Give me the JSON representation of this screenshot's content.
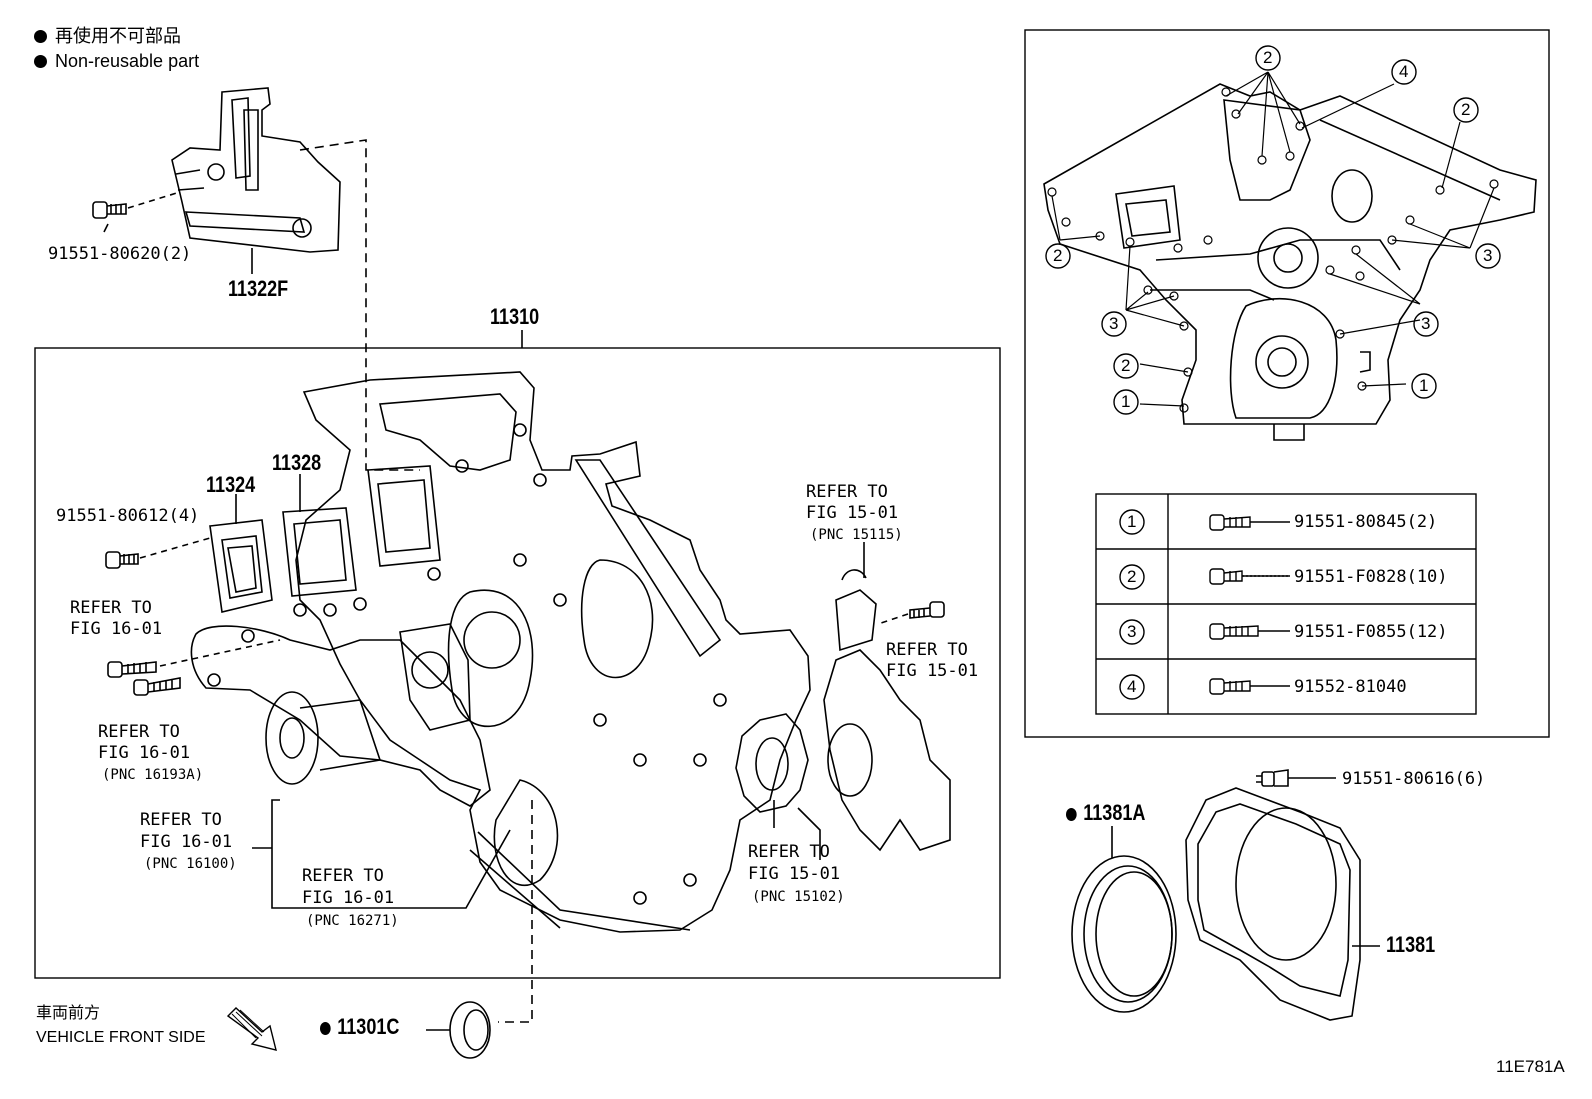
{
  "legend": {
    "dot_jp": "再使用不可部品",
    "dot_en": "Non-reusable part",
    "front_jp": "車両前方",
    "front_en": "VEHICLE FRONT SIDE"
  },
  "figure_id": "11E781A",
  "parts": {
    "p11322F": "11322F",
    "p11310": "11310",
    "p11324": "11324",
    "p11328": "11328",
    "p11301C": "11301C",
    "p11381A": "11381A",
    "p11381": "11381",
    "b80620": "91551-80620(2)",
    "b80612": "91551-80612(4)",
    "b80616": "91551-80616(6)"
  },
  "refs": {
    "r1": {
      "l1": "REFER TO",
      "l2": "FIG 16-01",
      "l3": ""
    },
    "r2": {
      "l1": "REFER TO",
      "l2": "FIG 16-01",
      "l3": "(PNC 16193A)"
    },
    "r3": {
      "l1": "REFER TO",
      "l2": "FIG 16-01",
      "l3": "(PNC 16100)"
    },
    "r4": {
      "l1": "REFER TO",
      "l2": "FIG 16-01",
      "l3": "(PNC 16271)"
    },
    "r5": {
      "l1": "REFER TO",
      "l2": "FIG 15-01",
      "l3": "(PNC 15115)"
    },
    "r6": {
      "l1": "REFER TO",
      "l2": "FIG 15-01",
      "l3": ""
    },
    "r7": {
      "l1": "REFER TO",
      "l2": "FIG 15-01",
      "l3": "(PNC 15102)"
    }
  },
  "bolt_table": [
    {
      "mark": "1",
      "part": "91551-80845(2)"
    },
    {
      "mark": "2",
      "part": "91551-F0828(10)"
    },
    {
      "mark": "3",
      "part": "91551-F0855(12)"
    },
    {
      "mark": "4",
      "part": "91552-81040"
    }
  ],
  "inset_marks": {
    "m1": "2",
    "m2": "4",
    "m3": "2",
    "m4": "2",
    "m5": "3",
    "m6": "3",
    "m7": "3",
    "m8": "2",
    "m9": "1",
    "m10": "1"
  }
}
